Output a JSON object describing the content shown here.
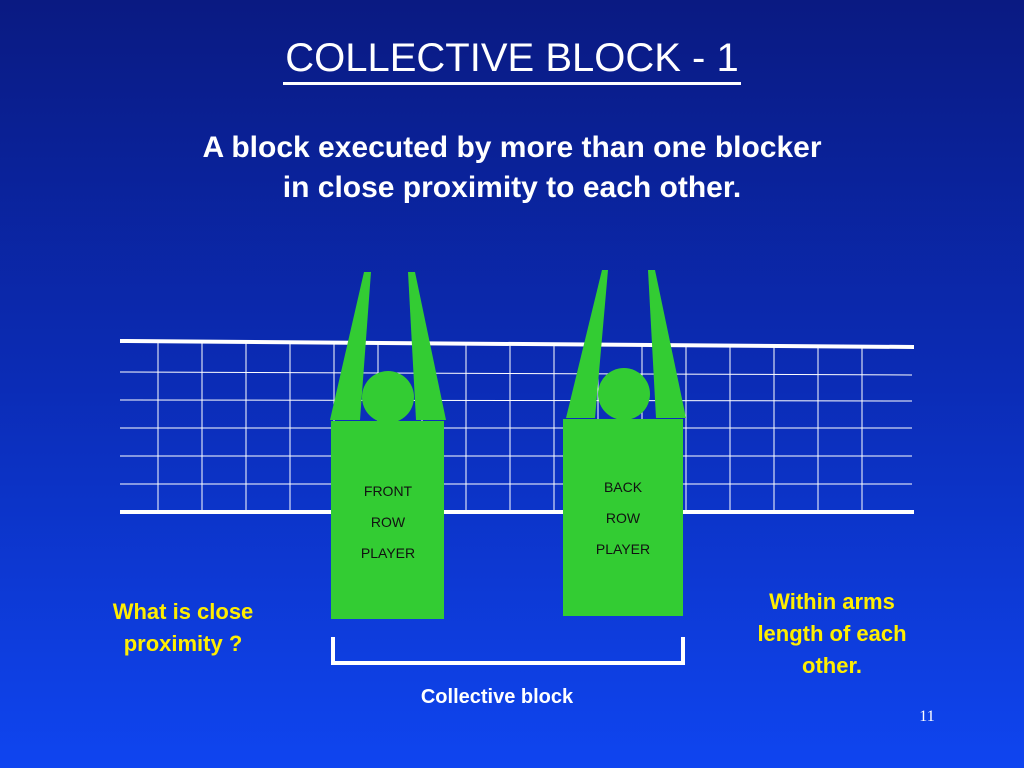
{
  "slide": {
    "title": "COLLECTIVE  BLOCK - 1",
    "subtitle_line1": "A block executed by more than one blocker",
    "subtitle_line2": "in close proximity to each other.",
    "front_player": [
      "FRONT",
      "ROW",
      "PLAYER"
    ],
    "back_player": [
      "BACK",
      "ROW",
      "PLAYER"
    ],
    "left_question": [
      "What is close",
      "proximity ?"
    ],
    "right_answer": [
      "Within arms",
      "length of each",
      "other."
    ],
    "block_label": "Collective block",
    "page_number": "11"
  },
  "colors": {
    "background_top": "#0a1a82",
    "background_bottom": "#0f45f0",
    "player_fill": "#33cc33",
    "note_text": "#ffee00",
    "net_lines": "#ffffff"
  }
}
